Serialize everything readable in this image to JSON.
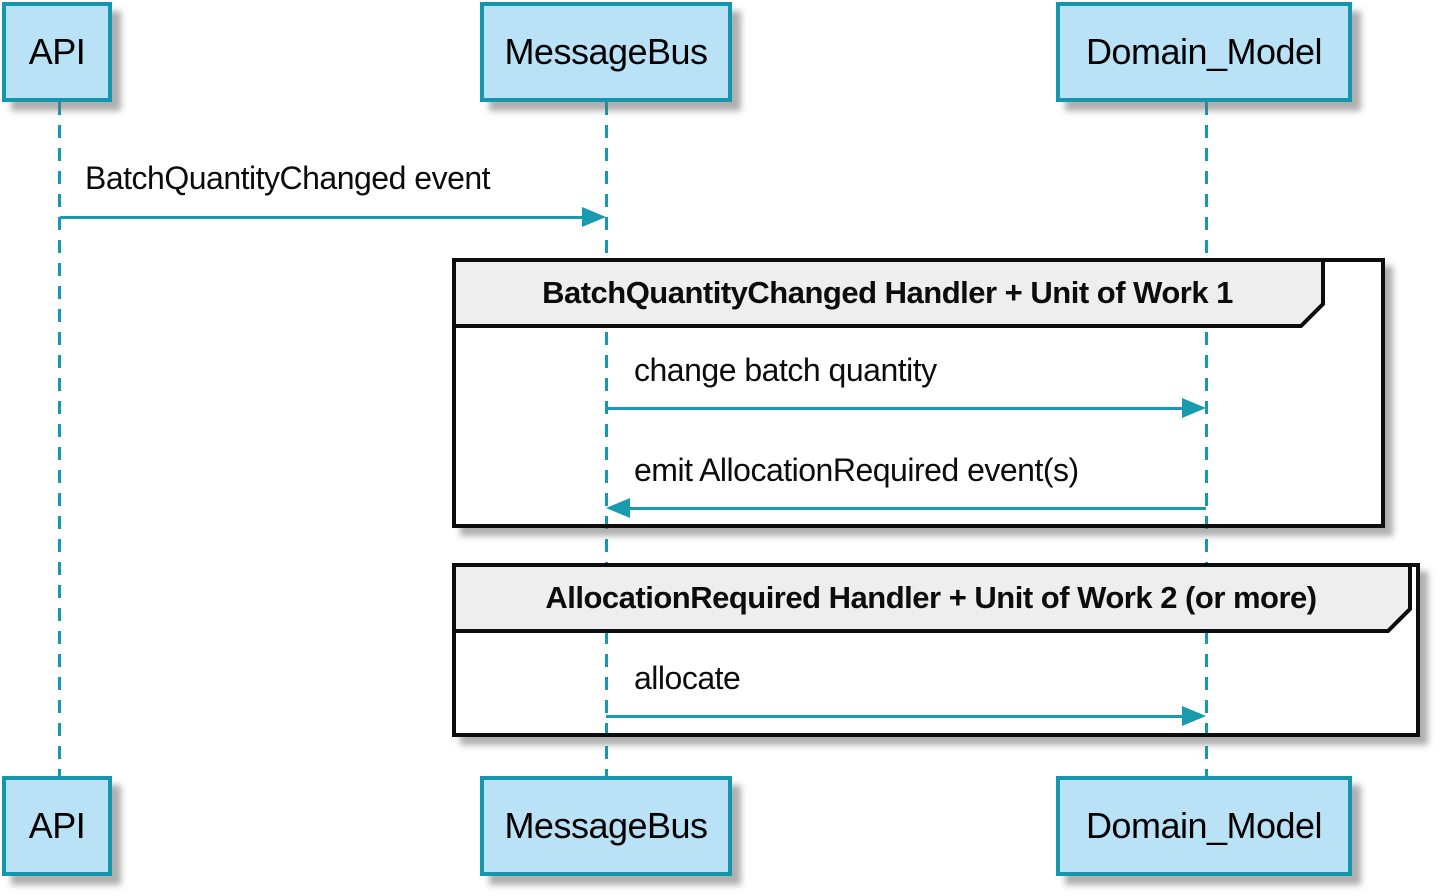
{
  "diagram": {
    "type": "sequence",
    "participants": [
      {
        "id": "api",
        "label": "API"
      },
      {
        "id": "messagebus",
        "label": "MessageBus"
      },
      {
        "id": "domain_model",
        "label": "Domain_Model"
      }
    ],
    "messages": [
      {
        "label": "BatchQuantityChanged event",
        "from": "API",
        "to": "MessageBus",
        "direction": "right"
      },
      {
        "label": "change batch quantity",
        "from": "MessageBus",
        "to": "Domain_Model",
        "direction": "right"
      },
      {
        "label": "emit AllocationRequired event(s)",
        "from": "Domain_Model",
        "to": "MessageBus",
        "direction": "left"
      },
      {
        "label": "allocate",
        "from": "MessageBus",
        "to": "Domain_Model",
        "direction": "right"
      }
    ],
    "frames": [
      {
        "title": "BatchQuantityChanged Handler + Unit of Work 1",
        "contains": [
          "change batch quantity",
          "emit AllocationRequired event(s)"
        ]
      },
      {
        "title": "AllocationRequired Handler + Unit of Work 2 (or more)",
        "contains": [
          "allocate"
        ]
      }
    ],
    "colors": {
      "participant_fill": "#b9e2f6",
      "participant_border": "#1497ac",
      "lifeline": "#1799ad",
      "arrow": "#1a9aad",
      "frame_border": "#0d0d0d",
      "frame_header_fill": "#eeeeee",
      "text": "#000000",
      "background": "#ffffff"
    }
  }
}
